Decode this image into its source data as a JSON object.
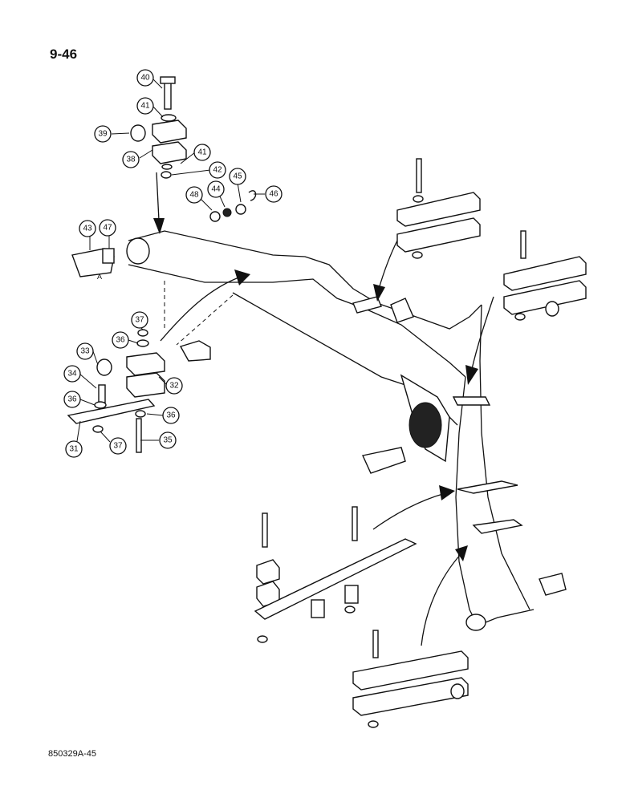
{
  "header": {
    "page_number": "9-46"
  },
  "footer": {
    "figure_code": "850329A-45"
  },
  "callouts": [
    "40",
    "41",
    "39",
    "38",
    "41",
    "42",
    "45",
    "44",
    "46",
    "48",
    "43",
    "47",
    "37",
    "36",
    "33",
    "32",
    "34",
    "36",
    "36",
    "31",
    "37",
    "35"
  ],
  "marker_a": "A"
}
